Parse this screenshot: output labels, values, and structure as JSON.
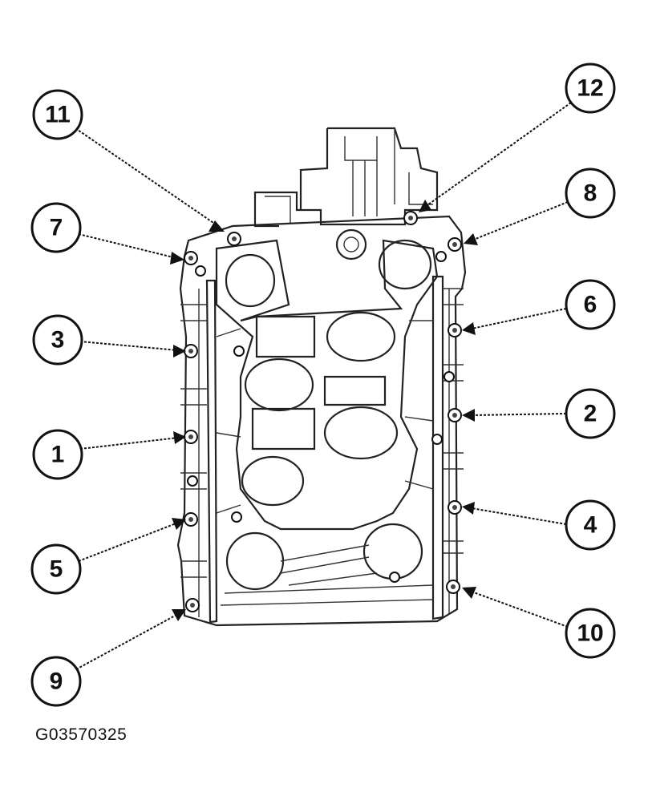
{
  "figure_code": "G03570325",
  "callouts": [
    {
      "id": "1",
      "label": "1"
    },
    {
      "id": "2",
      "label": "2"
    },
    {
      "id": "3",
      "label": "3"
    },
    {
      "id": "4",
      "label": "4"
    },
    {
      "id": "5",
      "label": "5"
    },
    {
      "id": "6",
      "label": "6"
    },
    {
      "id": "7",
      "label": "7"
    },
    {
      "id": "8",
      "label": "8"
    },
    {
      "id": "9",
      "label": "9"
    },
    {
      "id": "10",
      "label": "10"
    },
    {
      "id": "11",
      "label": "11"
    },
    {
      "id": "12",
      "label": "12"
    }
  ],
  "colors": {
    "line": "#111111",
    "background": "#ffffff"
  }
}
